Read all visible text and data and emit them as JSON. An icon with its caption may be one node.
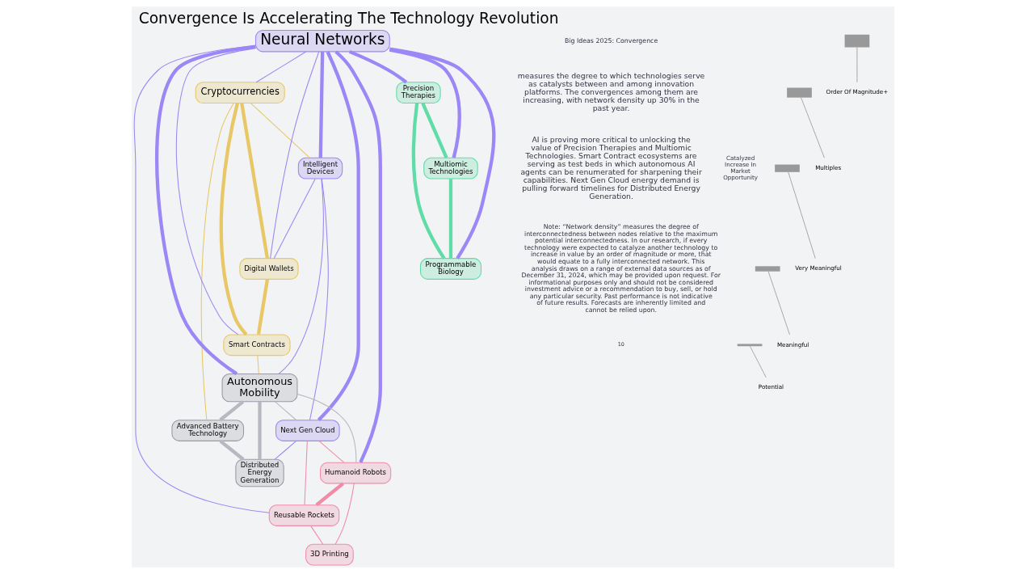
{
  "diagram": {
    "title": "Convergence Is Accelerating The Technology Revolution",
    "nodes": [
      {
        "text": [
          "Digital Wallets"
        ]
      },
      {
        "text": [
          "Precision Therapies"
        ]
      },
      {
        "text": [
          "Multiomic Technologies"
        ]
      },
      {
        "text": [
          "Cryptocurrencies"
        ]
      },
      {
        "text": [
          "Intelligent Devices"
        ]
      },
      {
        "text": [
          "Neural Networks"
        ]
      },
      {
        "text": [
          "Programmable Biology"
        ]
      },
      {
        "text": [
          "Smart Contracts"
        ]
      },
      {
        "text": [
          "Autonomous Mobility"
        ]
      },
      {
        "text": [
          "3D Printing"
        ]
      },
      {
        "text": [
          "Next Gen Cloud"
        ]
      },
      {
        "text": [
          "Advanced Battery Technology"
        ]
      },
      {
        "text": [
          "Reusable Rockets"
        ]
      },
      {
        "text": [
          "Distributed Energy Generation"
        ]
      },
      {
        "text": [
          "Humanoid Robots"
        ]
      }
    ],
    "edges": [
      {
        "from": 5,
        "to": 1,
        "arrow": "none",
        "style": "thick",
        "color": "#9b87f5"
      },
      {
        "from": 5,
        "to": 2,
        "arrow": "none",
        "style": "thick",
        "color": "#9b87f5"
      },
      {
        "from": 5,
        "to": 6,
        "arrow": "none",
        "style": "thick",
        "color": "#9b87f5"
      },
      {
        "from": 5,
        "to": 8,
        "arrow": "none",
        "style": "thick",
        "color": "#9b87f5"
      },
      {
        "from": 5,
        "to": 10,
        "arrow": "none",
        "style": "thick",
        "color": "#9b87f5"
      },
      {
        "from": 5,
        "to": 14,
        "arrow": "none",
        "style": "thick",
        "color": "#9b87f5"
      },
      {
        "from": 5,
        "to": 4,
        "arrow": "none",
        "style": "thick",
        "color": "#9b87f5"
      },
      {
        "from": 5,
        "to": 3,
        "arrow": "none",
        "color": "#9b87f5"
      },
      {
        "from": 5,
        "to": 7,
        "arrow": "none",
        "color": "#9b87f5"
      },
      {
        "from": 5,
        "to": 12,
        "arrow": "none",
        "color": "#9b87f5"
      },
      {
        "from": 5,
        "to": 0,
        "arrow": "none",
        "color": "#9b87f5"
      },
      {
        "from": 1,
        "to": 2,
        "arrow": "none",
        "style": "thick",
        "color": "#5fdca8"
      },
      {
        "from": 1,
        "to": 6,
        "arrow": "none",
        "style": "thick",
        "color": "#5fdca8"
      },
      {
        "from": 2,
        "to": 6,
        "arrow": "none",
        "style": "thick",
        "color": "#5fdca8"
      },
      {
        "from": 3,
        "to": 0,
        "arrow": "none",
        "style": "thick",
        "color": "#e8c766"
      },
      {
        "from": 3,
        "to": 7,
        "arrow": "none",
        "style": "thick",
        "color": "#e8c766"
      },
      {
        "from": 0,
        "to": 7,
        "arrow": "none",
        "style": "thick",
        "color": "#e8c766"
      },
      {
        "from": 3,
        "to": 4,
        "arrow": "none",
        "color": "#e8c766"
      },
      {
        "from": 7,
        "to": 8,
        "arrow": "none",
        "color": "#e8c766"
      },
      {
        "from": 3,
        "to": 11,
        "arrow": "none",
        "color": "#e8c766"
      },
      {
        "from": 8,
        "to": 11,
        "arrow": "none",
        "style": "thick",
        "color": "#b8b8c0"
      },
      {
        "from": 8,
        "to": 13,
        "arrow": "none",
        "style": "thick",
        "color": "#b8b8c0"
      },
      {
        "from": 11,
        "to": 13,
        "arrow": "none",
        "style": "thick",
        "color": "#b8b8c0"
      },
      {
        "from": 8,
        "to": 14,
        "arrow": "none",
        "color": "#b8b8c0"
      },
      {
        "from": 8,
        "to": 10,
        "arrow": "none",
        "color": "#b8b8c0"
      },
      {
        "from": 14,
        "to": 12,
        "arrow": "none",
        "style": "thick",
        "color": "#f08ca8"
      },
      {
        "from": 14,
        "to": 9,
        "arrow": "none",
        "color": "#f08ca8"
      },
      {
        "from": 12,
        "to": 9,
        "arrow": "none",
        "color": "#f08ca8"
      },
      {
        "from": 10,
        "to": 14,
        "arrow": "none",
        "color": "#f08ca8"
      },
      {
        "from": 10,
        "to": 12,
        "arrow": "none",
        "color": "#f08ca8"
      },
      {
        "from": 4,
        "to": 8,
        "arrow": "none",
        "color": "#9b87f5"
      },
      {
        "from": 4,
        "to": 0,
        "arrow": "none",
        "color": "#9b87f5"
      },
      {
        "from": 4,
        "to": 10,
        "arrow": "none",
        "color": "#9b87f5"
      },
      {
        "from": 10,
        "to": 13,
        "arrow": "none",
        "color": "#9b87f5"
      }
    ],
    "labels": [
      "Big Ideas 2025: Convergence",
      "measures the degree to which technologies serve as catalysts between and among innovation platforms. The convergences among them are increasing, with network density up 30% in the past year.",
      "AI is proving more critical to unlocking the value of Precision Therapies and Multiomic Technologies. Smart Contract ecosystems are serving as test beds in which autonomous AI agents can be renumerated for sharpening their capabilities. Next Gen Cloud energy demand is pulling forward timelines for Distributed Energy Generation.",
      "Catalyzed Increase In Market Opportunity",
      "Note: “Network density” measures the degree of interconnectedness between nodes relative to the maximum potential interconnectedness. In our research, if every technology were expected to catalyze another technology to increase in value by an order of magnitude or more, that would equate to a fully interconnected network. This analysis draws on a range of external data sources as of December 31, 2024, which may be provided upon request. For informational purposes only and should not be considered investment advice or a recommendation to buy, sell, or hold any particular security. Past performance is not indicative of future results. Forecasts are inherently limited and cannot be relied upon.",
      "10"
    ],
    "legend": [
      {
        "text": "Order Of Magnitude+"
      },
      {
        "text": "Multiples"
      },
      {
        "text": "Very Meaningful"
      },
      {
        "text": "Meaningful"
      },
      {
        "text": "Potential"
      }
    ]
  }
}
